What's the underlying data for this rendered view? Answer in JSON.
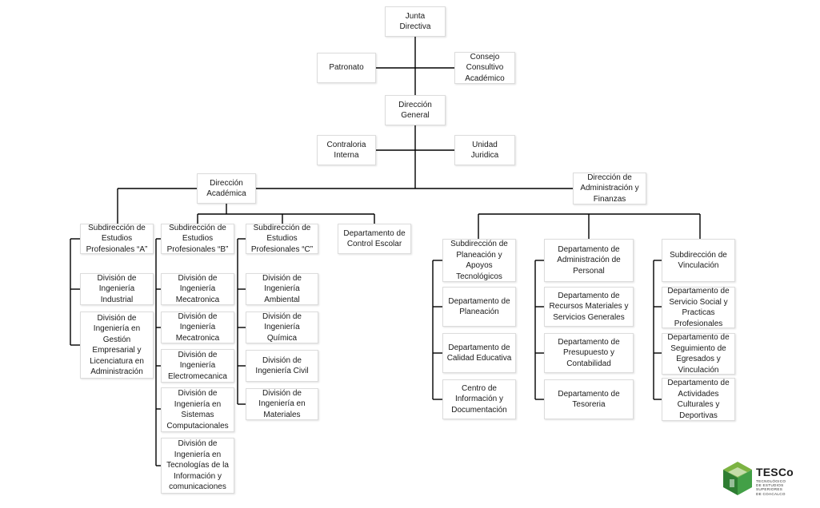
{
  "org_chart": {
    "junta": "Junta\nDirectiva",
    "patronato": "Patronato",
    "consejo": "Consejo\nConsultivo\nAcadémico",
    "direccion_general": "Dirección\nGeneral",
    "contraloria": "Contraloria\nInterna",
    "unidad_juridica": "Unidad\nJuridica",
    "direccion_academica": "Dirección\nAcadémica",
    "direccion_admin": "Dirección de\nAdministración y\nFinanzas",
    "sub_a": "Subdirección de\nEstudios\nProfesionales “A”",
    "sub_b": "Subdirección de\nEstudios\nProfesionales “B”",
    "sub_c": "Subdirección de\nEstudios\nProfesionales “C”",
    "control_escolar": "Departamento de\nControl Escolar",
    "a1": "División de\nIngeniería\nIndustrial",
    "a2": "División de\nIngeniería en\nGestión\nEmpresarial y\nLicenciatura en\nAdministración",
    "b1": "División de\nIngeniería\nMecatronica",
    "b2": "División de\nIngeniería\nMecatronica",
    "b3": "División de\nIngeniería\nElectromecanica",
    "b4": "División de\nIngeniería en\nSistemas\nComputacionales",
    "b5": "División de\nIngeniería en\nTecnologías de la\nInformación y\ncomunicaciones",
    "c1": "División de\nIngeniería\nAmbiental",
    "c2": "División de\nIngeniería\nQuímica",
    "c3": "División de\nIngeniería Civil",
    "c4": "División de\nIngeniería en\nMateriales",
    "sub_planeacion": "Subdirección de\nPlaneación y\nApoyos\nTecnológicos",
    "p1": "Departamento de\nPlaneación",
    "p2": "Departamento de\nCalidad Educativa",
    "p3": "Centro de\nInformación y\nDocumentación",
    "dep_personal": "Departamento de\nAdministración de\nPersonal",
    "h1": "Departamento de\nRecursos Materiales y\nServicios Generales",
    "h2": "Departamento de\nPresupuesto y\nContabilidad",
    "h3": "Departamento de\nTesoreria",
    "sub_vinculacion": "Subdirección de\nVinculación",
    "v1": "Departamento de\nServicio Social y\nPracticas\nProfesionales",
    "v2": "Departamento de\nSeguimiento de\nEgresados y\nVinculación",
    "v3": "Departamento de\nActividades\nCulturales y\nDeportivas"
  },
  "logo": {
    "title": "TESCo",
    "subtitle": "TECNOLÓGICO\nDE ESTUDIOS\nSUPERIORES\nDE COACALCO"
  },
  "colors": {
    "line": "#000000",
    "box_border": "#dcdcdc",
    "logo_green_dark": "#2e7d32",
    "logo_green": "#43a047",
    "logo_green_light": "#7cb342"
  }
}
